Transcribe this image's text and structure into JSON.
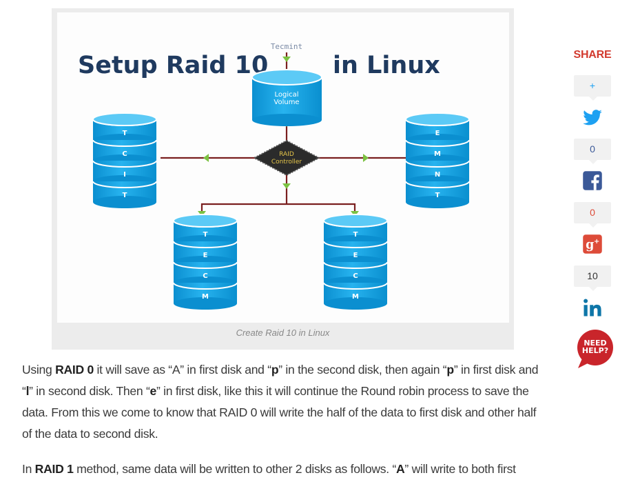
{
  "figure": {
    "heading_left": "Setup Raid 10",
    "heading_right": "in Linux",
    "watermark": "Tecmint",
    "logical_volume_label_1": "Logical",
    "logical_volume_label_2": "Volume",
    "controller_label_1": "RAID",
    "controller_label_2": "Controller",
    "disk_left_letters": [
      "T",
      "C",
      "I",
      "T"
    ],
    "disk_right_letters": [
      "E",
      "M",
      "N",
      "T"
    ],
    "disk_bottom_left_letters": [
      "T",
      "E",
      "C",
      "M"
    ],
    "disk_bottom_right_letters": [
      "T",
      "E",
      "C",
      "M"
    ],
    "caption": "Create Raid 10 in Linux"
  },
  "share": {
    "title": "SHARE",
    "plus_label": "+",
    "twitter_count": "0",
    "facebook_count": "0",
    "linkedin_count": "10",
    "need_help_1": "NEED",
    "need_help_2": "HELP?"
  },
  "colors": {
    "disk_blue": "#0aa2e3",
    "heading_navy": "#1f3a5f",
    "accent_green": "#7cc242",
    "line_maroon": "#7a1f1f",
    "share_red": "#d23a2e",
    "twitter": "#1da1f2",
    "facebook": "#3b5998",
    "googleplus": "#dd4b39",
    "linkedin": "#0e76a8"
  },
  "paragraphs": {
    "p1": {
      "t1": "Using ",
      "b1": "RAID 0",
      "t2": " it will save as “A” in first disk and “",
      "b2": "p",
      "t3": "” in the second disk, then again “",
      "b3": "p",
      "t4": "” in first disk and “",
      "b4": "l",
      "t5": "” in second disk. Then “",
      "b5": "e",
      "t6": "” in first disk, like this it will continue the Round robin process to save the data. From this we come to know that RAID 0 will write the half of the data to first disk and other half of the data to second disk."
    },
    "p2": {
      "t1": "In ",
      "b1": "RAID 1",
      "t2": " method, same data will be written to other 2 disks as follows. “",
      "b2": "A",
      "t3": "” will write to both first"
    }
  }
}
